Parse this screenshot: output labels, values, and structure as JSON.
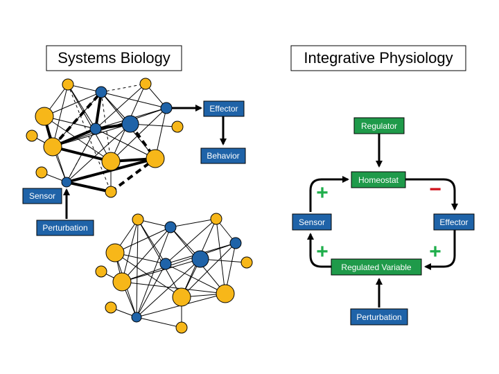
{
  "titles": {
    "left": "Systems Biology",
    "right": "Integrative Physiology"
  },
  "left_labels": {
    "effector": "Effector",
    "behavior": "Behavior",
    "sensor": "Sensor",
    "perturbation": "Perturbation"
  },
  "right_labels": {
    "regulator": "Regulator",
    "homeostat": "Homeostat",
    "sensor": "Sensor",
    "effector": "Effector",
    "regulated_variable": "Regulated Variable",
    "perturbation": "Perturbation"
  },
  "signs": {
    "sensor_to_homeostat": "+",
    "homeostat_to_effector": "−",
    "effector_to_variable": "+",
    "variable_to_sensor": "+"
  },
  "colors": {
    "blue_box": "#1f63a8",
    "green_box": "#1f9a4a",
    "gold_node": "#f7b719",
    "blue_node": "#1f63a8",
    "plus": "#1fae4b",
    "minus": "#d0121b"
  }
}
